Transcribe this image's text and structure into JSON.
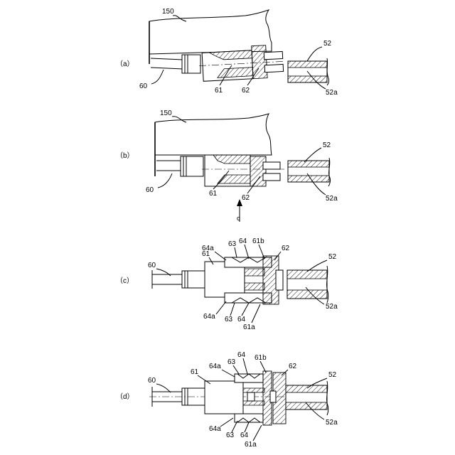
{
  "panels": {
    "a": {
      "label": "（a）",
      "housing": "150",
      "cable": "60",
      "connector_body": "61",
      "cap": "62",
      "tube": "52",
      "tube_bore": "52a"
    },
    "b": {
      "label": "（b）",
      "housing": "150",
      "cable": "60",
      "connector_body": "61",
      "cap": "62",
      "tube": "52",
      "tube_bore": "52a",
      "view_arrow": "c"
    },
    "c": {
      "label": "（c）",
      "cable": "60",
      "connector_body": "61",
      "spring_top": "64a",
      "pin_top": "63",
      "spring_top_b": "64",
      "flange_top": "61b",
      "cap": "62",
      "tube": "52",
      "tube_bore": "52a",
      "spring_bot": "64a",
      "pin_bot": "63",
      "spring_bot_b": "64",
      "flange_bot": "61a"
    },
    "d": {
      "label": "（d）",
      "cable": "60",
      "connector_body": "61",
      "spring_top": "64a",
      "pin_top": "63",
      "spring_top_b": "64",
      "flange_top": "61b",
      "cap": "62",
      "tube": "52",
      "tube_bore": "52a",
      "spring_bot": "64a",
      "pin_bot": "63",
      "spring_bot_b": "64",
      "flange_bot": "61a"
    }
  },
  "colors": {
    "line": "#000000",
    "background": "#ffffff"
  }
}
